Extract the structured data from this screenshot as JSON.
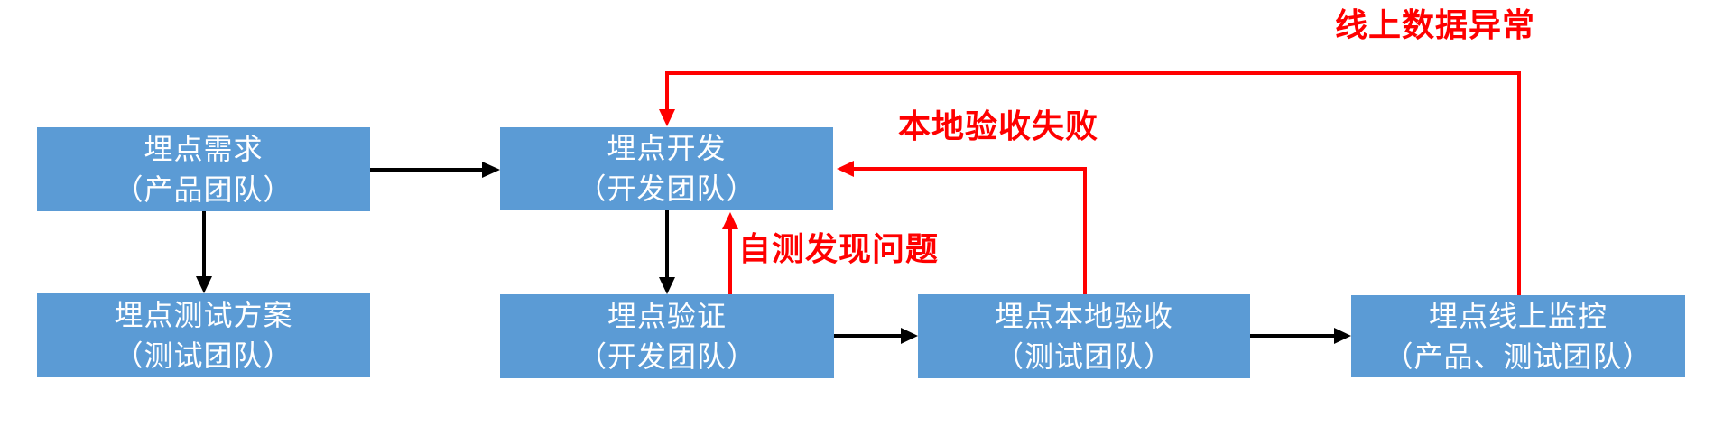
{
  "diagram": {
    "type": "flowchart",
    "nodes": [
      {
        "id": "tracking-requirement",
        "title": "埋点需求",
        "team": "（产品团队）"
      },
      {
        "id": "tracking-development",
        "title": "埋点开发",
        "team": "（开发团队）"
      },
      {
        "id": "tracking-test-plan",
        "title": "埋点测试方案",
        "team": "（测试团队）"
      },
      {
        "id": "tracking-verification",
        "title": "埋点验证",
        "team": "（开发团队）"
      },
      {
        "id": "tracking-local-acceptance",
        "title": "埋点本地验收",
        "team": "（测试团队）"
      },
      {
        "id": "tracking-online-monitoring",
        "title": "埋点线上监控",
        "team": "（产品、测试团队）"
      }
    ],
    "edges": [
      {
        "from": "tracking-requirement",
        "to": "tracking-development",
        "kind": "flow",
        "label": ""
      },
      {
        "from": "tracking-requirement",
        "to": "tracking-test-plan",
        "kind": "flow",
        "label": ""
      },
      {
        "from": "tracking-development",
        "to": "tracking-verification",
        "kind": "flow",
        "label": ""
      },
      {
        "from": "tracking-verification",
        "to": "tracking-local-acceptance",
        "kind": "flow",
        "label": ""
      },
      {
        "from": "tracking-local-acceptance",
        "to": "tracking-online-monitoring",
        "kind": "flow",
        "label": ""
      },
      {
        "from": "tracking-verification",
        "to": "tracking-development",
        "kind": "feedback",
        "label": "自测发现问题"
      },
      {
        "from": "tracking-local-acceptance",
        "to": "tracking-development",
        "kind": "feedback",
        "label": "本地验收失败"
      },
      {
        "from": "tracking-online-monitoring",
        "to": "tracking-development",
        "kind": "feedback",
        "label": "线上数据异常"
      }
    ],
    "feedback_labels": {
      "self_test_issue": "自测发现问题",
      "local_acceptance_fail": "本地验收失败",
      "online_data_anomaly": "线上数据异常"
    },
    "colors": {
      "node_fill": "#5b9bd5",
      "node_text": "#ffffff",
      "flow_arrow": "#000000",
      "feedback_arrow": "#ff0000",
      "background": "#ffffff"
    }
  }
}
